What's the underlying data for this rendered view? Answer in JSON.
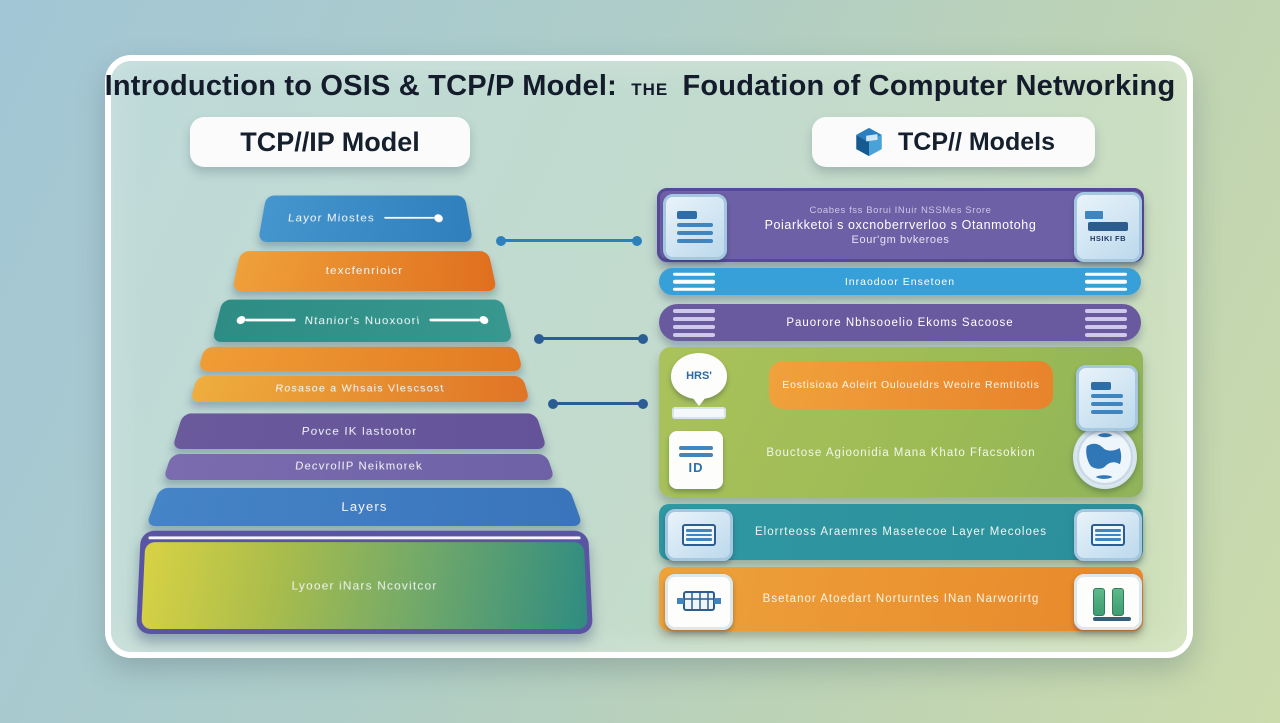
{
  "title": {
    "prefix": "Introduction to OSIS & TCP/P Model:",
    "the": "THE",
    "suffix": "Foudation of Computer Networking"
  },
  "headers": {
    "left": "TCP//IP Model",
    "right": "TCP// Models"
  },
  "pyramid": {
    "layers": [
      {
        "label": "Layor Miostes"
      },
      {
        "label": "texcfenrioicr"
      },
      {
        "label": "Ntanior's Nuoxoori"
      },
      {
        "label": ""
      },
      {
        "label": "Rosasoe a Whsais Vlescsost"
      },
      {
        "label": "Povce IK lastootor"
      },
      {
        "label": "DecvrolIP Neikmorek"
      },
      {
        "label": "Layers"
      }
    ],
    "base": {
      "label": "Lyooer iNars Ncovitcor"
    }
  },
  "right_panel": {
    "top_block": {
      "line1": "Coabes fss Borui INuir NSSMes Srore",
      "line2": "Poiarkketoi s oxcnoberrverloo s Otanmotohg",
      "line3": "Eour'gm bvkeroes",
      "right_icon_text": "HSIKI FB"
    },
    "bar_blue": {
      "label": "Inraodoor Ensetoen"
    },
    "bar_purple": {
      "label": "Pauorore Nbhsooelio Ekoms Sacoose"
    },
    "row1": {
      "label": "Eostisioao Aoleirt Ouloueldrs Weoire Remtitotis",
      "icon_text": "HRS'"
    },
    "row2": {
      "label": "Bouctose Agioonidia Mana Khato Ffacsokion",
      "icon_text": "ID"
    },
    "row3": {
      "label": "Elorrteoss Araemres Masetecoe Layer Mecoloes"
    },
    "row4": {
      "label": "Bsetanor Atoedart Norturntes INan Narworirtg"
    }
  },
  "colors": {
    "page_bg_start": "#a2c6d6",
    "page_bg_end": "#cbdbab",
    "card_border": "#ffffff",
    "blue_layer": "#3b8cc6",
    "orange_layer": "#e8812c",
    "teal_layer": "#2f8e86",
    "purple_layer": "#6c5da2",
    "bar_blue": "#37a0d8",
    "bar_purple": "#695a9f",
    "green_panel": "#9cbb55",
    "teal_row": "#2f98a2",
    "orange_row": "#e8912f",
    "connector_blue": "#2e80ba",
    "connector_dark": "#2b5d94"
  }
}
